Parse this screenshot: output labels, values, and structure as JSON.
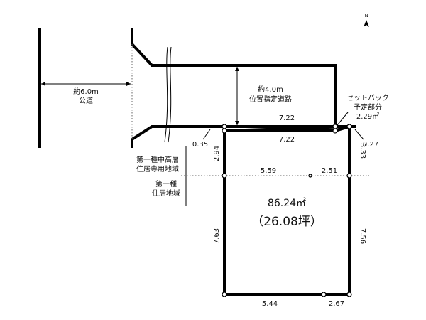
{
  "compass": {
    "label": "N"
  },
  "road_public": {
    "line1": "約6.0m",
    "line2": "公道"
  },
  "road_designated": {
    "line1": "約4.0m",
    "line2": "位置指定道路"
  },
  "setback": {
    "line1": "セットバック",
    "line2": "予定部分",
    "area": "2.29㎡"
  },
  "zones": {
    "upper": {
      "line1": "第一種中高層",
      "line2": "住居専用地域"
    },
    "lower": {
      "line1": "第一種",
      "line2": "住居地域"
    }
  },
  "lot": {
    "area": "86.24㎡",
    "tsubo": "（26.08坪）"
  },
  "dimensions": {
    "top_outer": "7.22",
    "top_inner": "7.22",
    "small_left": "0.35",
    "small_right": "0.27",
    "left_upper": "2.94",
    "right_upper": "3.33",
    "zone_left": "5.59",
    "zone_right": "2.51",
    "left_lower": "7.63",
    "right_lower": "7.56",
    "bottom_left": "5.44",
    "bottom_right": "2.67"
  }
}
